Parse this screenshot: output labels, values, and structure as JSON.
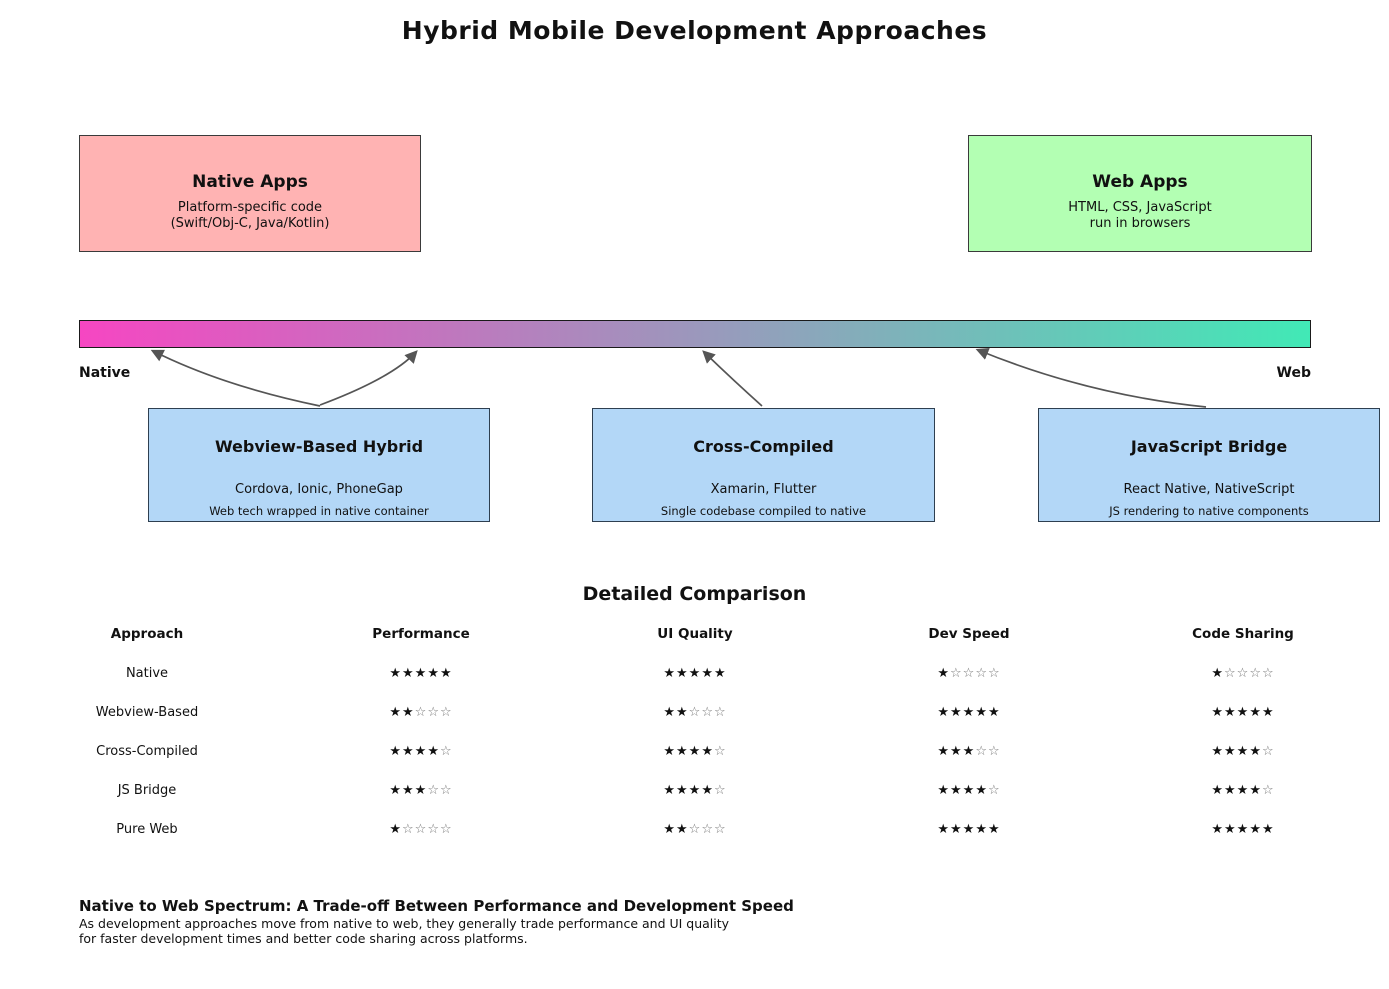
{
  "title": "Hybrid Mobile Development Approaches",
  "colors": {
    "native_box_bg": "#ffb3b3",
    "web_box_bg": "#b3ffb3",
    "hybrid_box_bg": "#b3d7f7",
    "gradient_start": "#f646c2",
    "gradient_end": "#41e9b6",
    "arrow": "#555555",
    "star_filled": "#111111",
    "star_empty": "#777777"
  },
  "native_box": {
    "title": "Native Apps",
    "line1": "Platform-specific code",
    "line2": "(Swift/Obj-C, Java/Kotlin)"
  },
  "web_box": {
    "title": "Web Apps",
    "line1": "HTML, CSS, JavaScript",
    "line2": "run in browsers"
  },
  "spectrum": {
    "left_label": "Native",
    "right_label": "Web"
  },
  "approaches": [
    {
      "title": "Webview-Based Hybrid",
      "examples": "Cordova, Ionic, PhoneGap",
      "description": "Web tech wrapped in native container"
    },
    {
      "title": "Cross-Compiled",
      "examples": "Xamarin, Flutter",
      "description": "Single codebase compiled to native"
    },
    {
      "title": "JavaScript Bridge",
      "examples": "React Native, NativeScript",
      "description": "JS rendering to native components"
    }
  ],
  "comparison": {
    "title": "Detailed Comparison",
    "columns": [
      "Approach",
      "Performance",
      "UI Quality",
      "Dev Speed",
      "Code Sharing"
    ],
    "max_rating": 5,
    "rows": [
      {
        "approach": "Native",
        "ratings": [
          5,
          5,
          1,
          1
        ]
      },
      {
        "approach": "Webview-Based",
        "ratings": [
          2,
          2,
          5,
          5
        ]
      },
      {
        "approach": "Cross-Compiled",
        "ratings": [
          4,
          4,
          3,
          4
        ]
      },
      {
        "approach": "JS Bridge",
        "ratings": [
          3,
          4,
          4,
          4
        ]
      },
      {
        "approach": "Pure Web",
        "ratings": [
          1,
          2,
          5,
          5
        ]
      }
    ]
  },
  "caption": {
    "title": "Native to Web Spectrum: A Trade-off Between Performance and Development Speed",
    "line1": "As development approaches move from native to web, they generally trade performance and UI quality",
    "line2": "for faster development times and better code sharing across platforms."
  }
}
